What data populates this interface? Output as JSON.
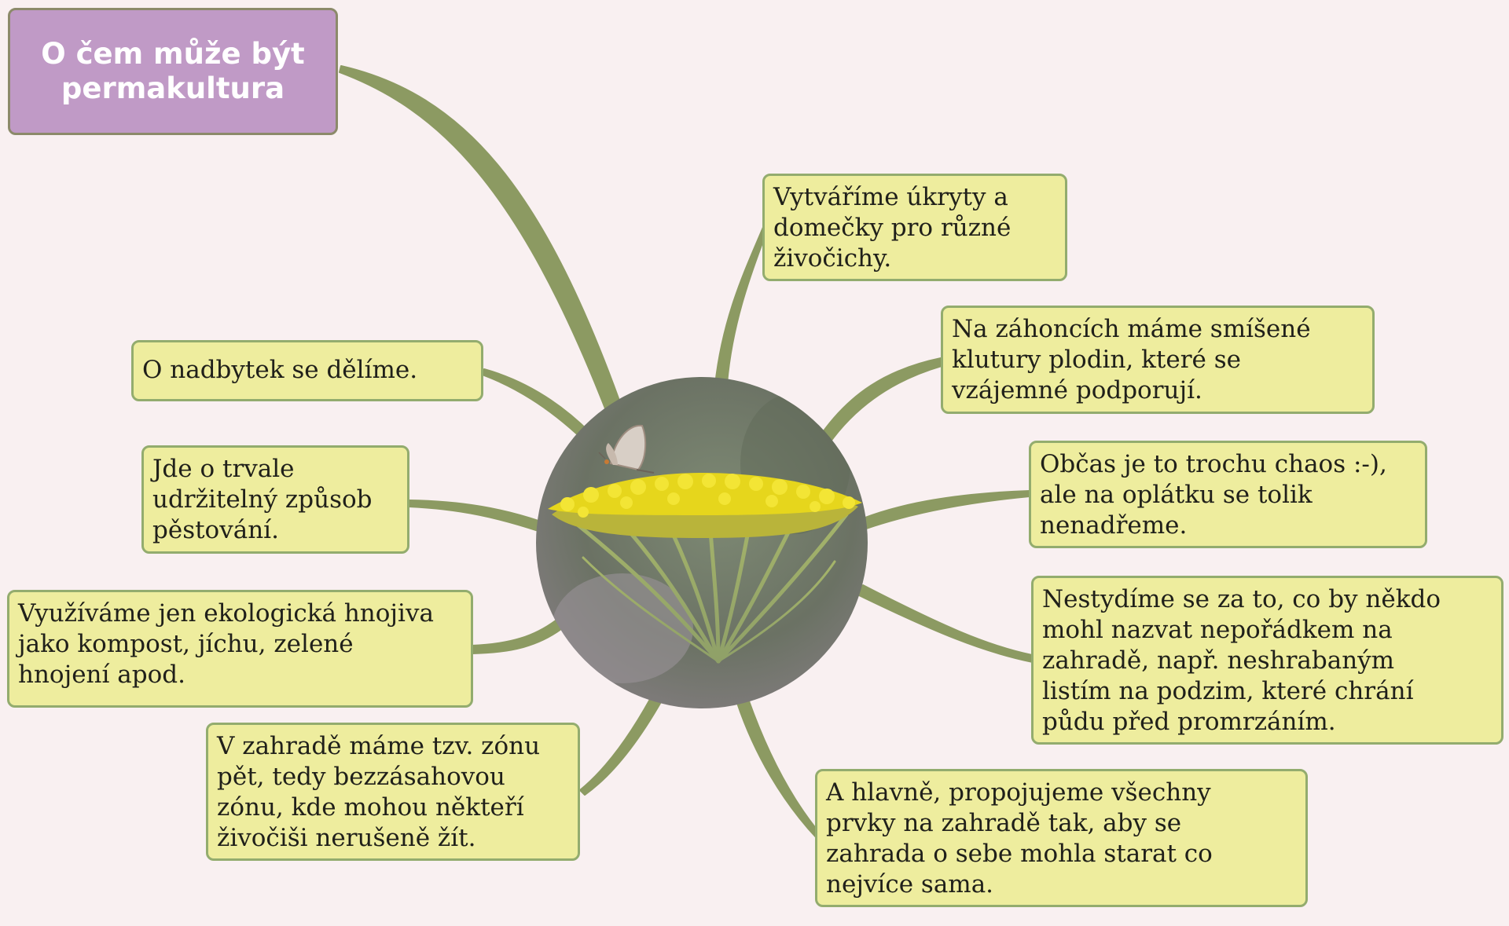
{
  "title": "O čem může být\npermakultura",
  "nodes": [
    {
      "id": "ukryty",
      "text": "Vytváříme úkryty a\ndomečky pro různé\nživočichy."
    },
    {
      "id": "zahonci",
      "text": "Na záhoncích máme smíšené\nklutury plodin, které se\nvzájemné podporují."
    },
    {
      "id": "chaos",
      "text": "Občas je to trochu chaos :-),\nale na oplátku se tolik\nnenadřeme."
    },
    {
      "id": "neporadek",
      "text": "Nestydíme se za to, co by někdo\nmohl nazvat nepořádkem na\nzahradě, např. neshrabaným\nlistím na podzim, které chrání\npůdu před promrzáním."
    },
    {
      "id": "propojujeme",
      "text": "A hlavně, propojujeme všechny\nprvky na zahradě tak, aby se\nzahrada o sebe mohla starat co\nnejvíce sama."
    },
    {
      "id": "zona",
      "text": "V zahradě máme tzv. zónu\npět, tedy bezzásahovou\nzónu, kde mohou někteří\nživočiši nerušeně žít."
    },
    {
      "id": "hnojiva",
      "text": "Využíváme jen ekologická hnojiva\njako kompost, jíchu, zelené\nhnojení apod."
    },
    {
      "id": "udrzitelny",
      "text": "Jde o trvale\nudržitelný způsob\npěstování."
    },
    {
      "id": "nadbytek",
      "text": "O nadbytek se dělíme."
    }
  ],
  "colors": {
    "background": "#f9f0f1",
    "title_fill": "#c09ac6",
    "leaf_fill": "#eeed9e",
    "leaf_border": "#93ac6e",
    "branch": "#8c9a62"
  }
}
